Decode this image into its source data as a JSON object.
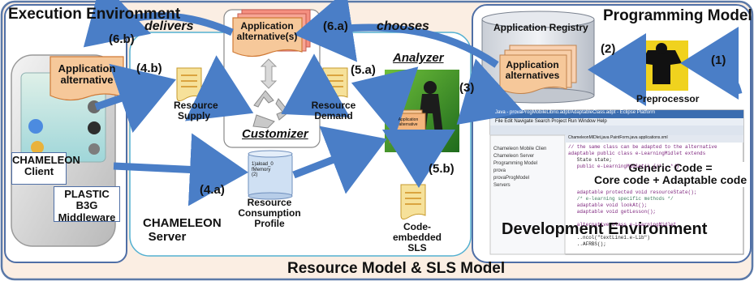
{
  "regions": {
    "execution_environment": "Execution Environment",
    "programming_model": "Programming Model",
    "development_environment": "Development Environment",
    "chameleon_server": "CHAMELEON Server",
    "bottom_model": "Resource Model & SLS Model"
  },
  "components": {
    "application_alternative": "Application alternative",
    "chameleon_client": "CHAMELEON Client",
    "plastic_middleware": "PLASTIC B3G Middleware",
    "application_alternatives_selected": "Application alternative(s)",
    "customizer": "Customizer",
    "resource_supply": "Resource Supply",
    "resource_demand": "Resource Demand",
    "analyzer": "Analyzer",
    "application_registry": "Application Registry",
    "registry_alternatives": "Application alternatives",
    "preprocessor": "Preprocessor",
    "resource_consumption_profile": "Resource Consumption Profile",
    "profile_doc_text": "1)aload_0\n fMemory\n(2)",
    "code_embedded_sls": "Code-embedded SLS",
    "generic_code": "Generic Code =\nCore code + Adaptable code",
    "analyzer_card_text": "Application alternative"
  },
  "arrows": {
    "delivers": "delivers",
    "chooses": "chooses"
  },
  "steps": {
    "s1": "(1)",
    "s2": "(2)",
    "s3": "(3)",
    "s4a": "(4.a)",
    "s4b": "(4.b)",
    "s5a": "(5.a)",
    "s5b": "(5.b)",
    "s6a": "(6.a)",
    "s6b": "(6.b)"
  },
  "ide": {
    "title_bar": "Java - provaProgMobileLibrio.adpt/AdaptableClass.adpt - Eclipse Platform",
    "menu": "File  Edit  Navigate  Search  Project  Run  Window  Help",
    "tabs": "ChameleonMIDlet.java    PaintForm.java    applications.xml",
    "tree": [
      "Chameleon Mobile Clien",
      "Chameleon Server",
      "Programming Model",
      "prova",
      "provaProgModel",
      "Servers"
    ],
    "code": [
      "// the same class can be adapted to the alternative",
      "adaptable public class e-LearningMidlet extends",
      "   State state;",
      "   public e-LearningMidlet() {/*...*/}",
      "",
      "",
      "",
      "   adaptable protected void resourceState();",
      "   /* e-learning specific methods */",
      "   adaptable void lookAt();",
      "   adaptable void getLesson();",
      "",
      "   alternative class e-LearningMidlet",
      "",
      "   ..ncol(\"textLine1.e-Lib\")",
      "   ..AFRBS();"
    ]
  },
  "colors": {
    "outer_border": "#5b79a8",
    "outer_fill": "#fbeee3",
    "panel_border": "#4f6fa6",
    "arrow_blue": "#4a7ec7",
    "server_border": "#53b0d1",
    "doc_orange": "#f6c89a"
  }
}
